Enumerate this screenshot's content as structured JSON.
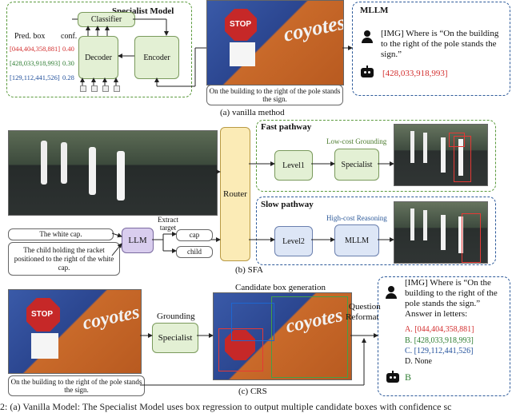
{
  "section_a": {
    "specialist_title": "Specialist Model",
    "classifier": "Classifier",
    "decoder": "Decoder",
    "encoder": "Encoder",
    "pred_box_header": "Pred. box",
    "conf_header": "conf.",
    "predictions": [
      {
        "box": "[044,404,358,881]",
        "conf": "0.40",
        "color": "#d32f2f"
      },
      {
        "box": "[428,033,918,993]",
        "conf": "0.30",
        "color": "#2e7d32"
      },
      {
        "box": "[129,112,441,526]",
        "conf": "0.28",
        "color": "#1f4e9a"
      }
    ],
    "image_caption": "On the building to the right of the pole stands the sign.",
    "mllm_title": "MLLM",
    "mllm_query": "[IMG] Where is “On the building to the right of the pole stands the sign.”",
    "mllm_answer": "[428,033,918,993]",
    "caption": "(a) vanilla method"
  },
  "section_b": {
    "text1": "The white cap.",
    "text2": "The child holding the racket positioned to the right of the white cap.",
    "llm": "LLM",
    "extract_target": "Extract target",
    "target1": "cap",
    "target2": "child",
    "router": "Router",
    "fast_title": "Fast pathway",
    "fast_note": "Low-cost Grounding",
    "level1": "Level1",
    "specialist": "Specialist",
    "slow_title": "Slow pathway",
    "slow_note": "High-cost Reasoning",
    "level2": "Level2",
    "mllm": "MLLM",
    "caption": "(b) SFA"
  },
  "section_c": {
    "candidate_title": "Candidate box generation",
    "grounding": "Grounding",
    "specialist": "Specialist",
    "question": "Question",
    "reformat": "Reformat",
    "image_caption": "On the building to the right of the pole stands the sign.",
    "query": "[IMG] Where is “On the building to the right of the pole stands the sign.” Answer in letters:",
    "options": [
      {
        "letter": "A.",
        "text": "[044,404,358,881]",
        "color": "#d32f2f"
      },
      {
        "letter": "B.",
        "text": "[428,033,918,993]",
        "color": "#2e7d32"
      },
      {
        "letter": "C.",
        "text": "[129,112,441,526]",
        "color": "#1f4e9a"
      },
      {
        "letter": "D.",
        "text": "None",
        "color": "#111111"
      }
    ],
    "answer": "B",
    "caption": "(c) CRS"
  },
  "footer_text": "2: (a) Vanilla Model: The Specialist Model uses box regression to output multiple candidate boxes with confidence sc",
  "icons": [
    "person-icon",
    "robot-icon"
  ]
}
